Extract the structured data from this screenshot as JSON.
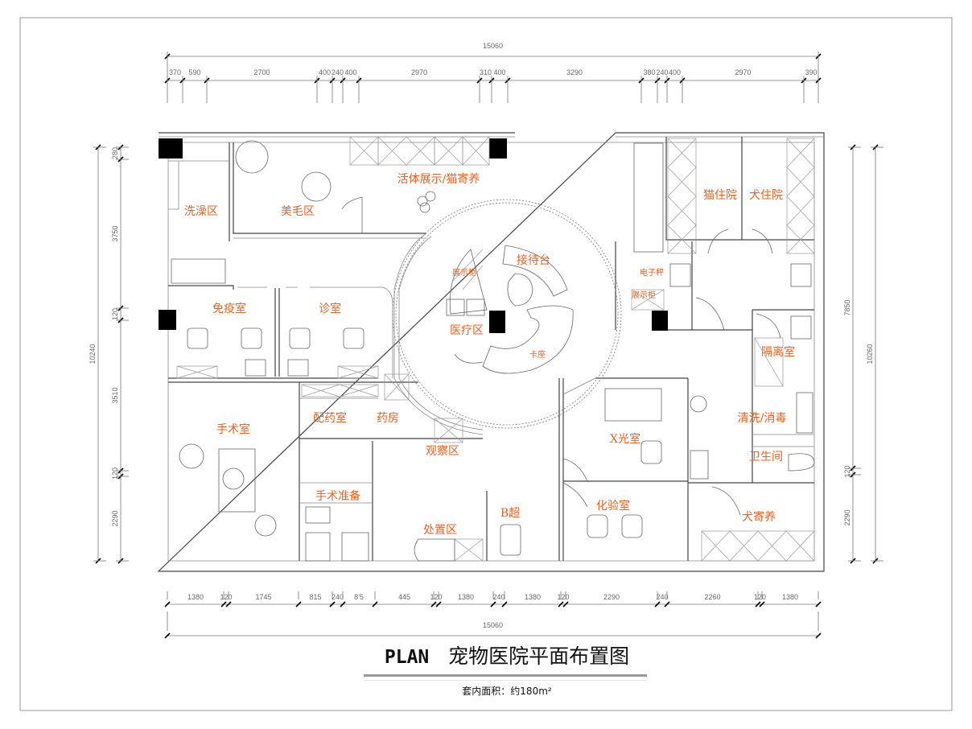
{
  "title": {
    "en": "PLAN",
    "cn": "宠物医院平面布置图"
  },
  "subtitle": "套内面积：约180m²",
  "rooms": {
    "bath": "洗澡区",
    "grooming": "美毛区",
    "display_cat": "活体展示/猫寄养",
    "cat_ward": "猫住院",
    "dog_ward": "犬住院",
    "reception": "接待台",
    "display_cabinet_1": "展示柜",
    "scale": "电子秤",
    "display_cabinet_2": "展示柜",
    "immunization": "免疫室",
    "consult": "诊室",
    "medical_zone": "医疗区",
    "seating": "卡座",
    "isolation": "隔离室",
    "dispensing": "配药室",
    "pharmacy": "药房",
    "surgery": "手术室",
    "cleaning": "清洗/消毒",
    "xray": "X光室",
    "observation": "观察区",
    "toilet": "卫生间",
    "surgery_prep": "手术准备",
    "lab": "化验室",
    "ultrasound": "B超",
    "treatment": "处置区",
    "dog_boarding": "犬寄养"
  },
  "dimensions": {
    "top_total": "15060",
    "top": [
      "370",
      "590",
      "2700",
      "400",
      "240",
      "400",
      "2970",
      "310",
      "400",
      "3290",
      "380",
      "240",
      "400",
      "2970",
      "390"
    ],
    "bottom_total": "15060",
    "bottom": [
      "1380",
      "120",
      "1745",
      "815",
      "240",
      "8'5",
      "445",
      "120",
      "1380",
      "240",
      "1380",
      "120",
      "2290",
      "240",
      "2260",
      "120",
      "1380"
    ],
    "left_total": "10240",
    "left": [
      "280",
      "3750",
      "120",
      "3510",
      "120",
      "2290"
    ],
    "right_total": "10260",
    "right": [
      "7850",
      "120",
      "2290"
    ]
  },
  "colors": {
    "label": "#f0601e",
    "wall": "#444444"
  }
}
